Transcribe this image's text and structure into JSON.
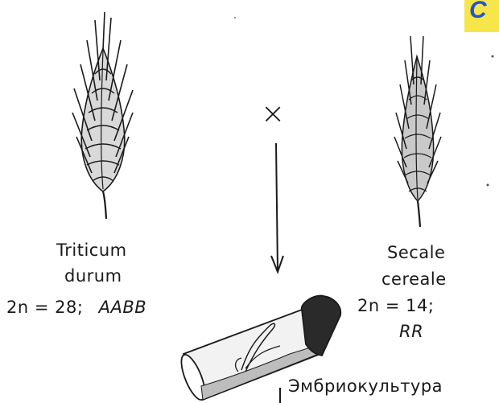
{
  "corner_tag": {
    "text": "С"
  },
  "cross_symbol": "×",
  "left_parent": {
    "genus": "Triticum",
    "species": "durum",
    "chromosomes": "2n = 28;",
    "genome": "AABB"
  },
  "right_parent": {
    "genus": "Secale",
    "species": "cereale",
    "chromosomes": "2n = 14;",
    "genome": "RR"
  },
  "process_label": "Эмбриокультура"
}
